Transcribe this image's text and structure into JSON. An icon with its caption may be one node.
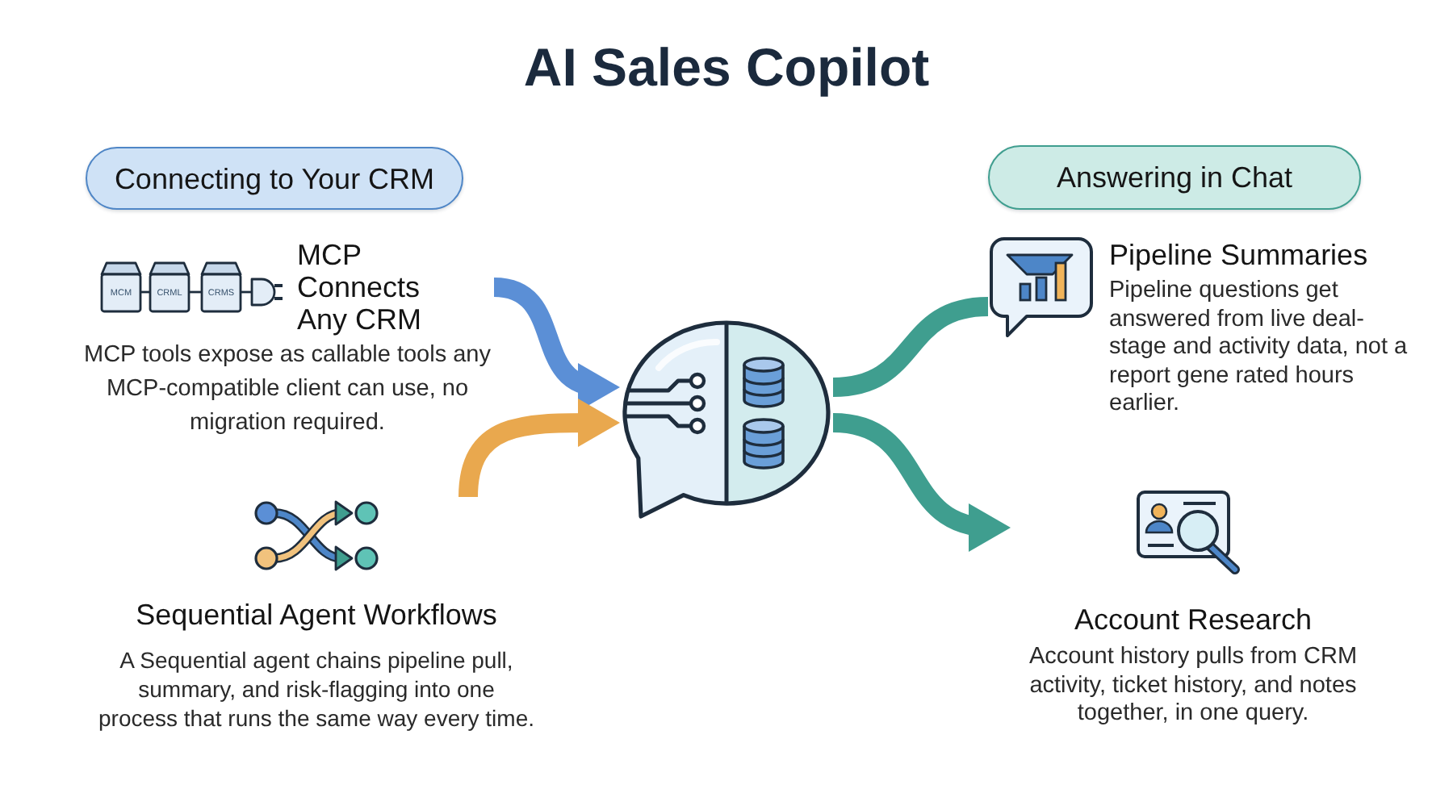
{
  "diagram": {
    "title": "AI Sales Copilot",
    "nodes": [
      {
        "text": [
          "Connecting to Your CRM"
        ]
      },
      {
        "text": [
          "Answering in Chat"
        ]
      },
      {
        "text": [
          "MCP Connects Any CRM",
          "MCP tools expose as callable tools any MCP-compatible client can use, no migration required."
        ]
      },
      {
        "text": [
          "Pipeline Summaries",
          "Pipeline questions get answered from live deal-stage and activity data, not a report gene rated hours earlier."
        ]
      },
      {
        "text": [],
        "shape": "picture"
      },
      {
        "text": [
          "Sequential Agent Workflows",
          "A Sequential agent chains pipeline pull, summary, and risk-flagging into one process that runs the same way every time."
        ]
      },
      {
        "text": [
          "Account Research",
          "Account history pulls from CRM activity, ticket history, and notes together, in one query."
        ]
      }
    ],
    "edges": [
      {
        "from": 2,
        "to": 4,
        "arrow": "to",
        "color": "#5b8fd6"
      },
      {
        "from": 5,
        "to": 4,
        "arrow": "to",
        "color": "#e9a84e"
      },
      {
        "from": 4,
        "to": 3,
        "arrow": "none",
        "color": "#3f9e8f"
      },
      {
        "from": 4,
        "to": 6,
        "arrow": "to",
        "color": "#3f9e8f"
      }
    ],
    "labels": [
      "MCM",
      "CRML",
      "CRMS"
    ]
  }
}
